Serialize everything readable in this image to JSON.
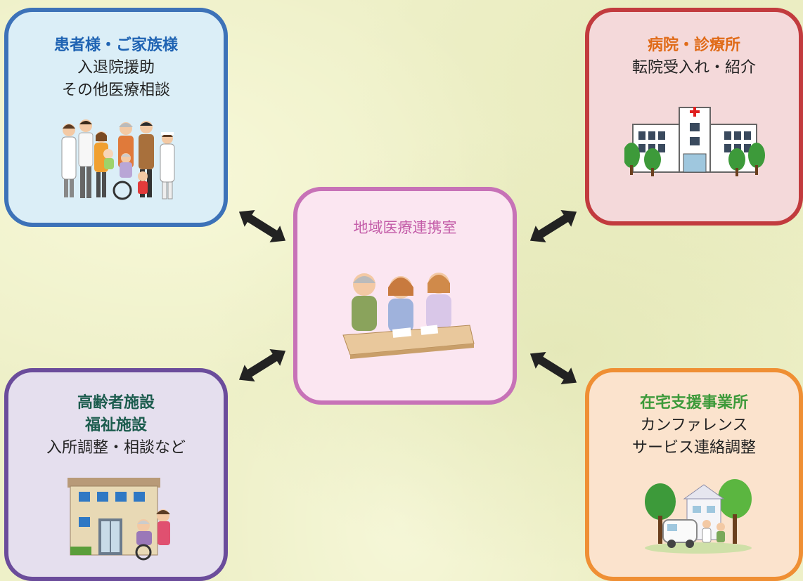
{
  "patient_box": {
    "title": "患者様・ご家族様",
    "lines": [
      "入退院援助",
      "その他医療相談"
    ]
  },
  "hospital_box": {
    "title": "病院・診療所",
    "lines": [
      "転院受入れ・紹介"
    ]
  },
  "center_box": {
    "title": "地域医療連携室"
  },
  "facility_box": {
    "title_lines": [
      "高齢者施設",
      "福祉施設"
    ],
    "lines": [
      "入所調整・相談など"
    ]
  },
  "home_box": {
    "title": "在宅支援事業所",
    "lines": [
      "カンファレンス",
      "サービス連絡調整"
    ]
  },
  "colors": {
    "patient_border": "#3d72b8",
    "hospital_border": "#c23b3e",
    "center_border": "#c772b7",
    "facility_border": "#6b4c9b",
    "home_border": "#ef8f34",
    "arrow": "#222222"
  },
  "icons": [
    "family-staff-illustration",
    "hospital-building-illustration",
    "meeting-illustration",
    "care-facility-illustration",
    "home-care-illustration",
    "double-arrow-icon"
  ]
}
